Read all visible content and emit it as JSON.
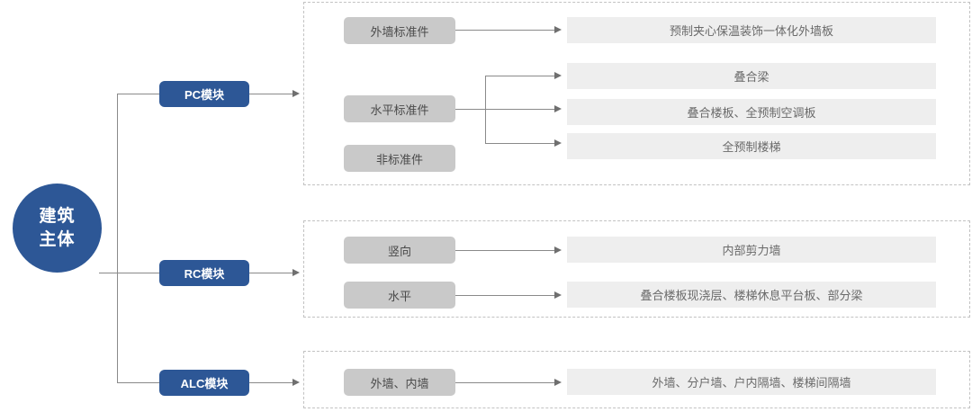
{
  "diagram": {
    "root": {
      "line1": "建筑",
      "line2": "主体"
    },
    "modules": [
      {
        "id": "pc",
        "label": "PC模块"
      },
      {
        "id": "rc",
        "label": "RC模块"
      },
      {
        "id": "alc",
        "label": "ALC模块"
      }
    ],
    "categories": [
      {
        "id": "pc-waiqiang",
        "label": "外墙标准件"
      },
      {
        "id": "pc-shuiping",
        "label": "水平标准件"
      },
      {
        "id": "pc-feibiao",
        "label": "非标准件"
      },
      {
        "id": "rc-shuxiang",
        "label": "竖向"
      },
      {
        "id": "rc-shuiping",
        "label": "水平"
      },
      {
        "id": "alc-qiang",
        "label": "外墙、内墙"
      }
    ],
    "details": [
      {
        "id": "d1",
        "label": "预制夹心保温装饰一体化外墙板"
      },
      {
        "id": "d2",
        "label": "叠合梁"
      },
      {
        "id": "d3",
        "label": "叠合楼板、全预制空调板"
      },
      {
        "id": "d4",
        "label": "全预制楼梯"
      },
      {
        "id": "d5",
        "label": "内部剪力墙"
      },
      {
        "id": "d6",
        "label": "叠合楼板现浇层、楼梯休息平台板、部分梁"
      },
      {
        "id": "d7",
        "label": "外墙、分户墙、户内隔墙、楼梯间隔墙"
      }
    ],
    "colors": {
      "accent_blue": "#2d5796",
      "category_grey": "#c9c9c9",
      "detail_grey": "#eeeeee",
      "connector_grey": "#8a8a8a",
      "dashed_border": "#c2c2c2",
      "background": "#ffffff"
    }
  }
}
